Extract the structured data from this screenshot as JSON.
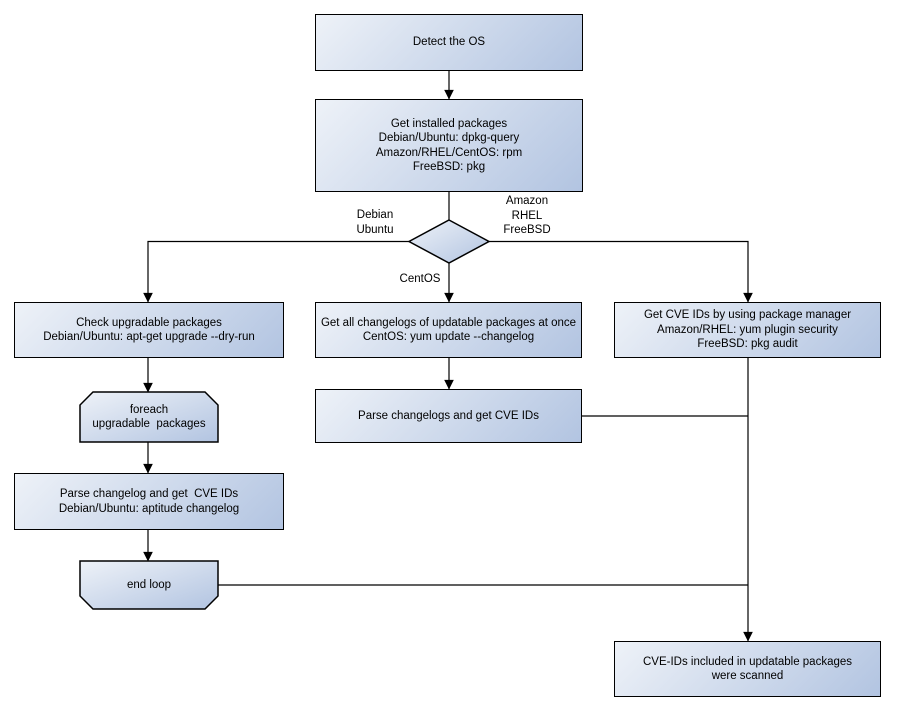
{
  "colors": {
    "background": "#ffffff",
    "node_fill_light": "#eef2f8",
    "node_fill_dark": "#b2c4e1",
    "node_border": "#000000",
    "edge": "#000000"
  },
  "nodes": {
    "detect_os": "Detect the OS",
    "get_installed_packages": "Get installed packages\nDebian/Ubuntu: dpkg-query\nAmazon/RHEL/CentOS: rpm\nFreeBSD: pkg",
    "check_upgradable": "Check upgradable packages\nDebian/Ubuntu: apt-get upgrade --dry-run",
    "get_all_changelogs": "Get all changelogs of updatable packages at once\nCentOS: yum update --changelog",
    "get_cve_ids_pm": "Get CVE IDs by using package manager\nAmazon/RHEL: yum plugin security\nFreeBSD: pkg audit",
    "foreach_loop": "foreach\nupgradable  packages",
    "parse_changelogs": "Parse changelogs and get CVE IDs",
    "parse_changelog": "Parse changelog and get  CVE IDs\nDebian/Ubuntu: aptitude changelog",
    "end_loop": "end loop",
    "scan_result": "CVE-IDs included in updatable packages\nwere scanned"
  },
  "edge_labels": {
    "debian_ubuntu": "Debian\nUbuntu",
    "amazon_rhel_freebsd": "Amazon\nRHEL\nFreeBSD",
    "centos": "CentOS"
  }
}
